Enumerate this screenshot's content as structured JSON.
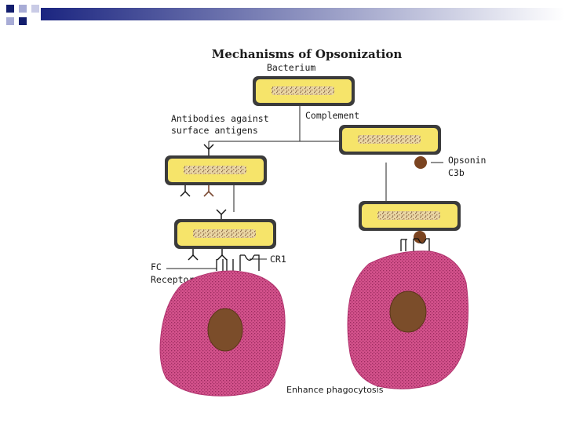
{
  "title": "Mechanisms of Opsonization",
  "labels": {
    "bacterium": "Bacterium",
    "antibodies_line1": "Antibodies against",
    "antibodies_line2": "surface antigens",
    "complement": "Complement",
    "opsonin_line1": "Opsonin",
    "opsonin_line2": "C3b",
    "fc_line1": "FC",
    "fc_line2": "Receptor",
    "cr1": "CR1",
    "enhance": "Enhance phagocytosis"
  },
  "colors": {
    "bacterium_fill": "#f6e46a",
    "bacterium_dark": "#3b3b3b",
    "speckle": "#c9a77a",
    "cell_fill": "#d4528c",
    "cell_dot": "#9a2a5e",
    "nucleus": "#7b4d2a",
    "opsonin": "#7b4420",
    "antibody_highlight": "#7b4a34",
    "title_bar_dark": "#131e6e",
    "title_bar_gradient_end": "#ffffff"
  }
}
